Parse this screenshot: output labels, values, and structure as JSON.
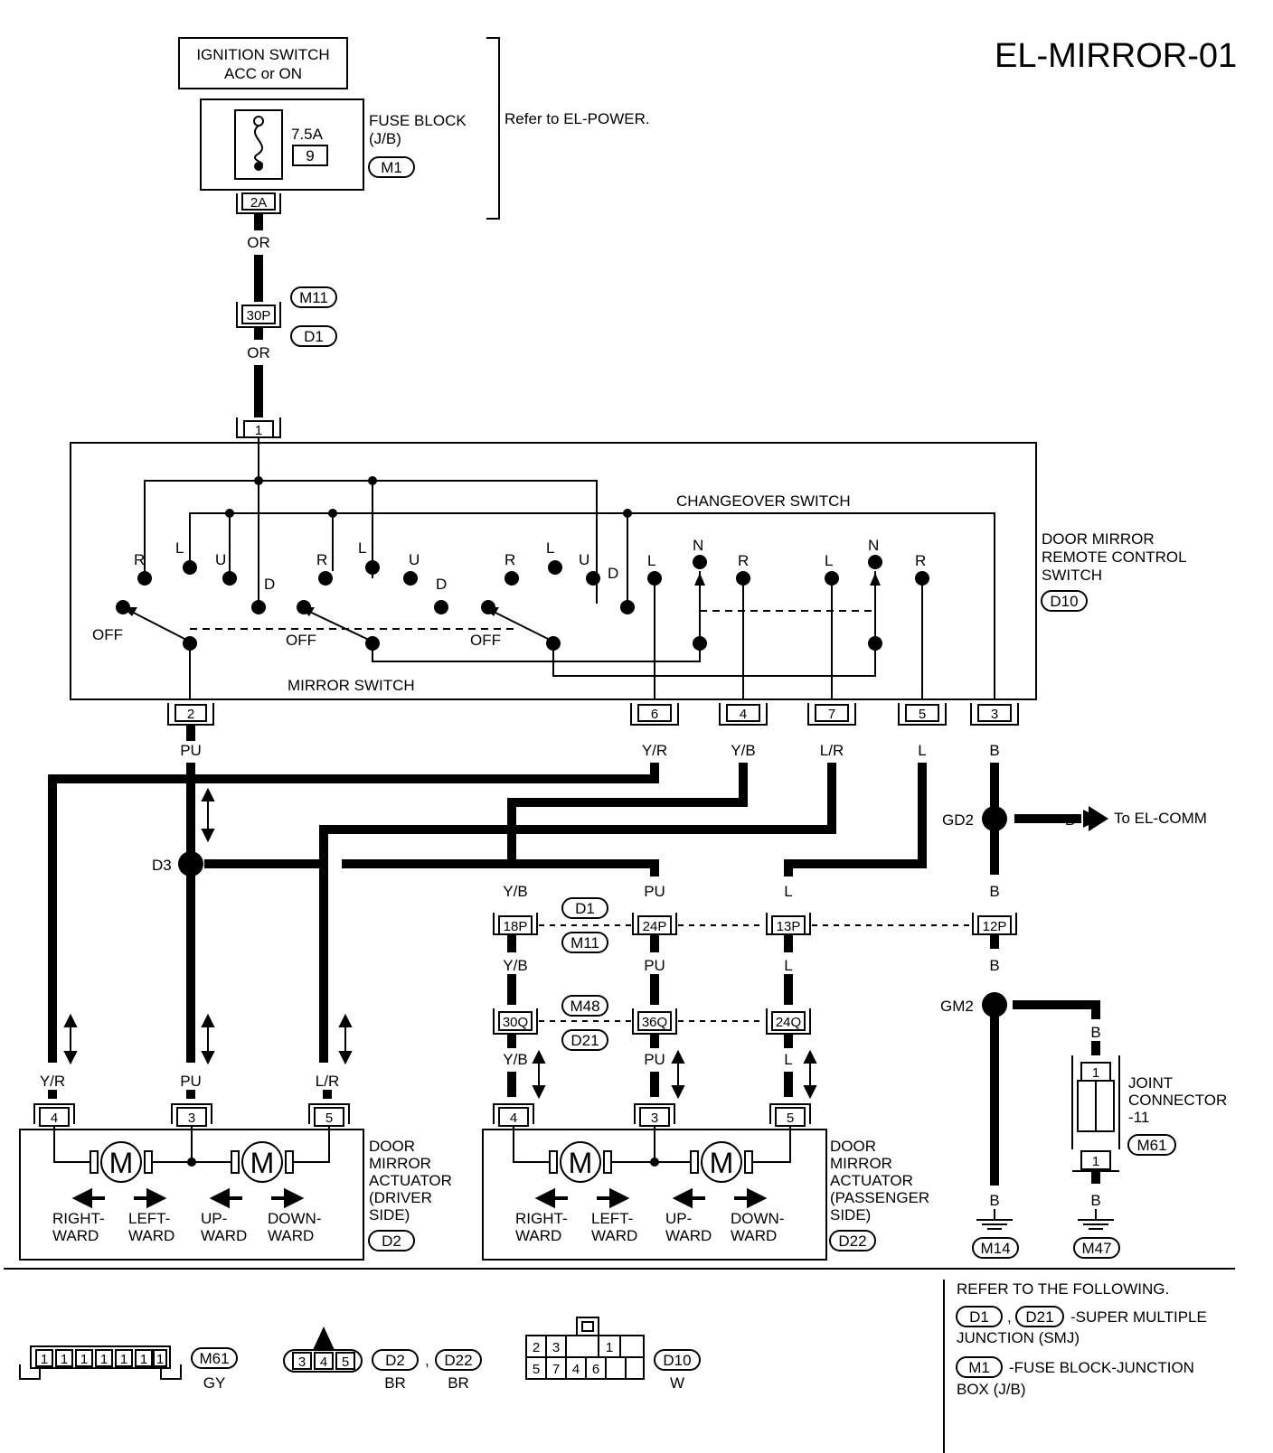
{
  "title": "EL-MIRROR-01",
  "ignition": {
    "line1": "IGNITION SWITCH",
    "line2": "ACC or ON"
  },
  "fuse": {
    "rating": "7.5A",
    "number": "9",
    "label1": "FUSE BLOCK",
    "label2": "(J/B)",
    "code": "M1"
  },
  "refer_power": "Refer to EL-POWER.",
  "connectors": {
    "c2a": "2A",
    "c30p": "30P",
    "c18p": "18P",
    "c24p": "24P",
    "c13p": "13P",
    "c12p": "12P",
    "c30q": "30Q",
    "c36q": "36Q",
    "c24q": "24Q"
  },
  "terminals": {
    "t1": "1",
    "t2": "2",
    "t6": "6",
    "t4": "4",
    "t7": "7",
    "t5": "5",
    "t3": "3",
    "a4": "4",
    "a3": "3",
    "a5": "5",
    "j1": "1"
  },
  "wire": {
    "or": "OR",
    "pu": "PU",
    "yr": "Y/R",
    "yb": "Y/B",
    "lr": "L/R",
    "l": "L",
    "b": "B"
  },
  "codes": {
    "m1": "M1",
    "m11": "M11",
    "d1": "D1",
    "d10": "D10",
    "d2": "D2",
    "d22": "D22",
    "m48": "M48",
    "d21": "D21",
    "m61": "M61",
    "m14": "M14",
    "m47": "M47"
  },
  "switch_label": {
    "l1": "DOOR MIRROR",
    "l2": "REMOTE CONTROL",
    "l3": "SWITCH"
  },
  "changeover_label": "CHANGEOVER SWITCH",
  "mirror_switch_label": "MIRROR SWITCH",
  "contacts": {
    "r": "R",
    "l": "L",
    "u": "U",
    "d": "D",
    "n": "N",
    "off": "OFF"
  },
  "junctions": {
    "d3": "D3",
    "gd2": "GD2",
    "gm2": "GM2"
  },
  "to_el_comm": "To EL-COMM",
  "motor_symbol": "M",
  "actuator": {
    "right1": "RIGHT-",
    "right2": "WARD",
    "left1": "LEFT-",
    "left2": "WARD",
    "up1": "UP-",
    "up2": "WARD",
    "down1": "DOWN-",
    "down2": "WARD"
  },
  "driver_label": {
    "l1": "DOOR",
    "l2": "MIRROR",
    "l3": "ACTUATOR",
    "l4": "(DRIVER",
    "l5": "SIDE)"
  },
  "passenger_label": {
    "l1": "DOOR",
    "l2": "MIRROR",
    "l3": "ACTUATOR",
    "l4": "(PASSENGER",
    "l5": "SIDE)"
  },
  "joint_label": {
    "l1": "JOINT",
    "l2": "CONNECTOR",
    "l3": "-11"
  },
  "face": {
    "m61": [
      "1",
      "1",
      "1",
      "1",
      "1",
      "1",
      "1"
    ],
    "m61_color": "GY",
    "d2": [
      "3",
      "4",
      "5"
    ],
    "d2_color": "BR",
    "d22_color": "BR",
    "d10": {
      "top0": "2",
      "top1": "3",
      "top2": "1",
      "bot0": "5",
      "bot1": "7",
      "bot2": "4",
      "bot3": "6"
    },
    "d10_color": "W"
  },
  "comma": ",",
  "legend": {
    "heading": "REFER TO THE FOLLOWING.",
    "smj1": "-SUPER MULTIPLE",
    "smj2": "JUNCTION (SMJ)",
    "jb1": "-FUSE BLOCK-JUNCTION",
    "jb2": "BOX (J/B)"
  }
}
